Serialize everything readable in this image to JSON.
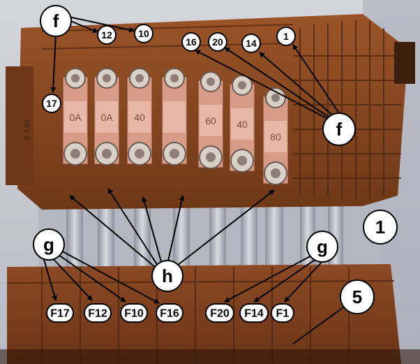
{
  "callouts": {
    "f_top": "f",
    "f_right": "f",
    "g_left": "g",
    "g_right": "g",
    "h": "h",
    "one": "1",
    "five": "5"
  },
  "small_labels": {
    "n12": "12",
    "n10": "10",
    "n17": "17",
    "n16": "16",
    "n20": "20",
    "n14": "14",
    "n1": "1"
  },
  "fuse_labels": {
    "F17": "F17",
    "F12": "F12",
    "F10": "F10",
    "F16": "F16",
    "F20": "F20",
    "F14": "F14",
    "F1": "F1"
  },
  "fuse_ratings": [
    "0A",
    "0A",
    "40",
    "",
    "60",
    "40",
    "80"
  ],
  "colors": {
    "housing": "#8a4a22",
    "housing_dark": "#5a2c12",
    "fuse_pink": "#e8b7a8",
    "bolt": "#d9d0c8",
    "cable": "#b9b9c2",
    "background": "#c7c9d2"
  }
}
